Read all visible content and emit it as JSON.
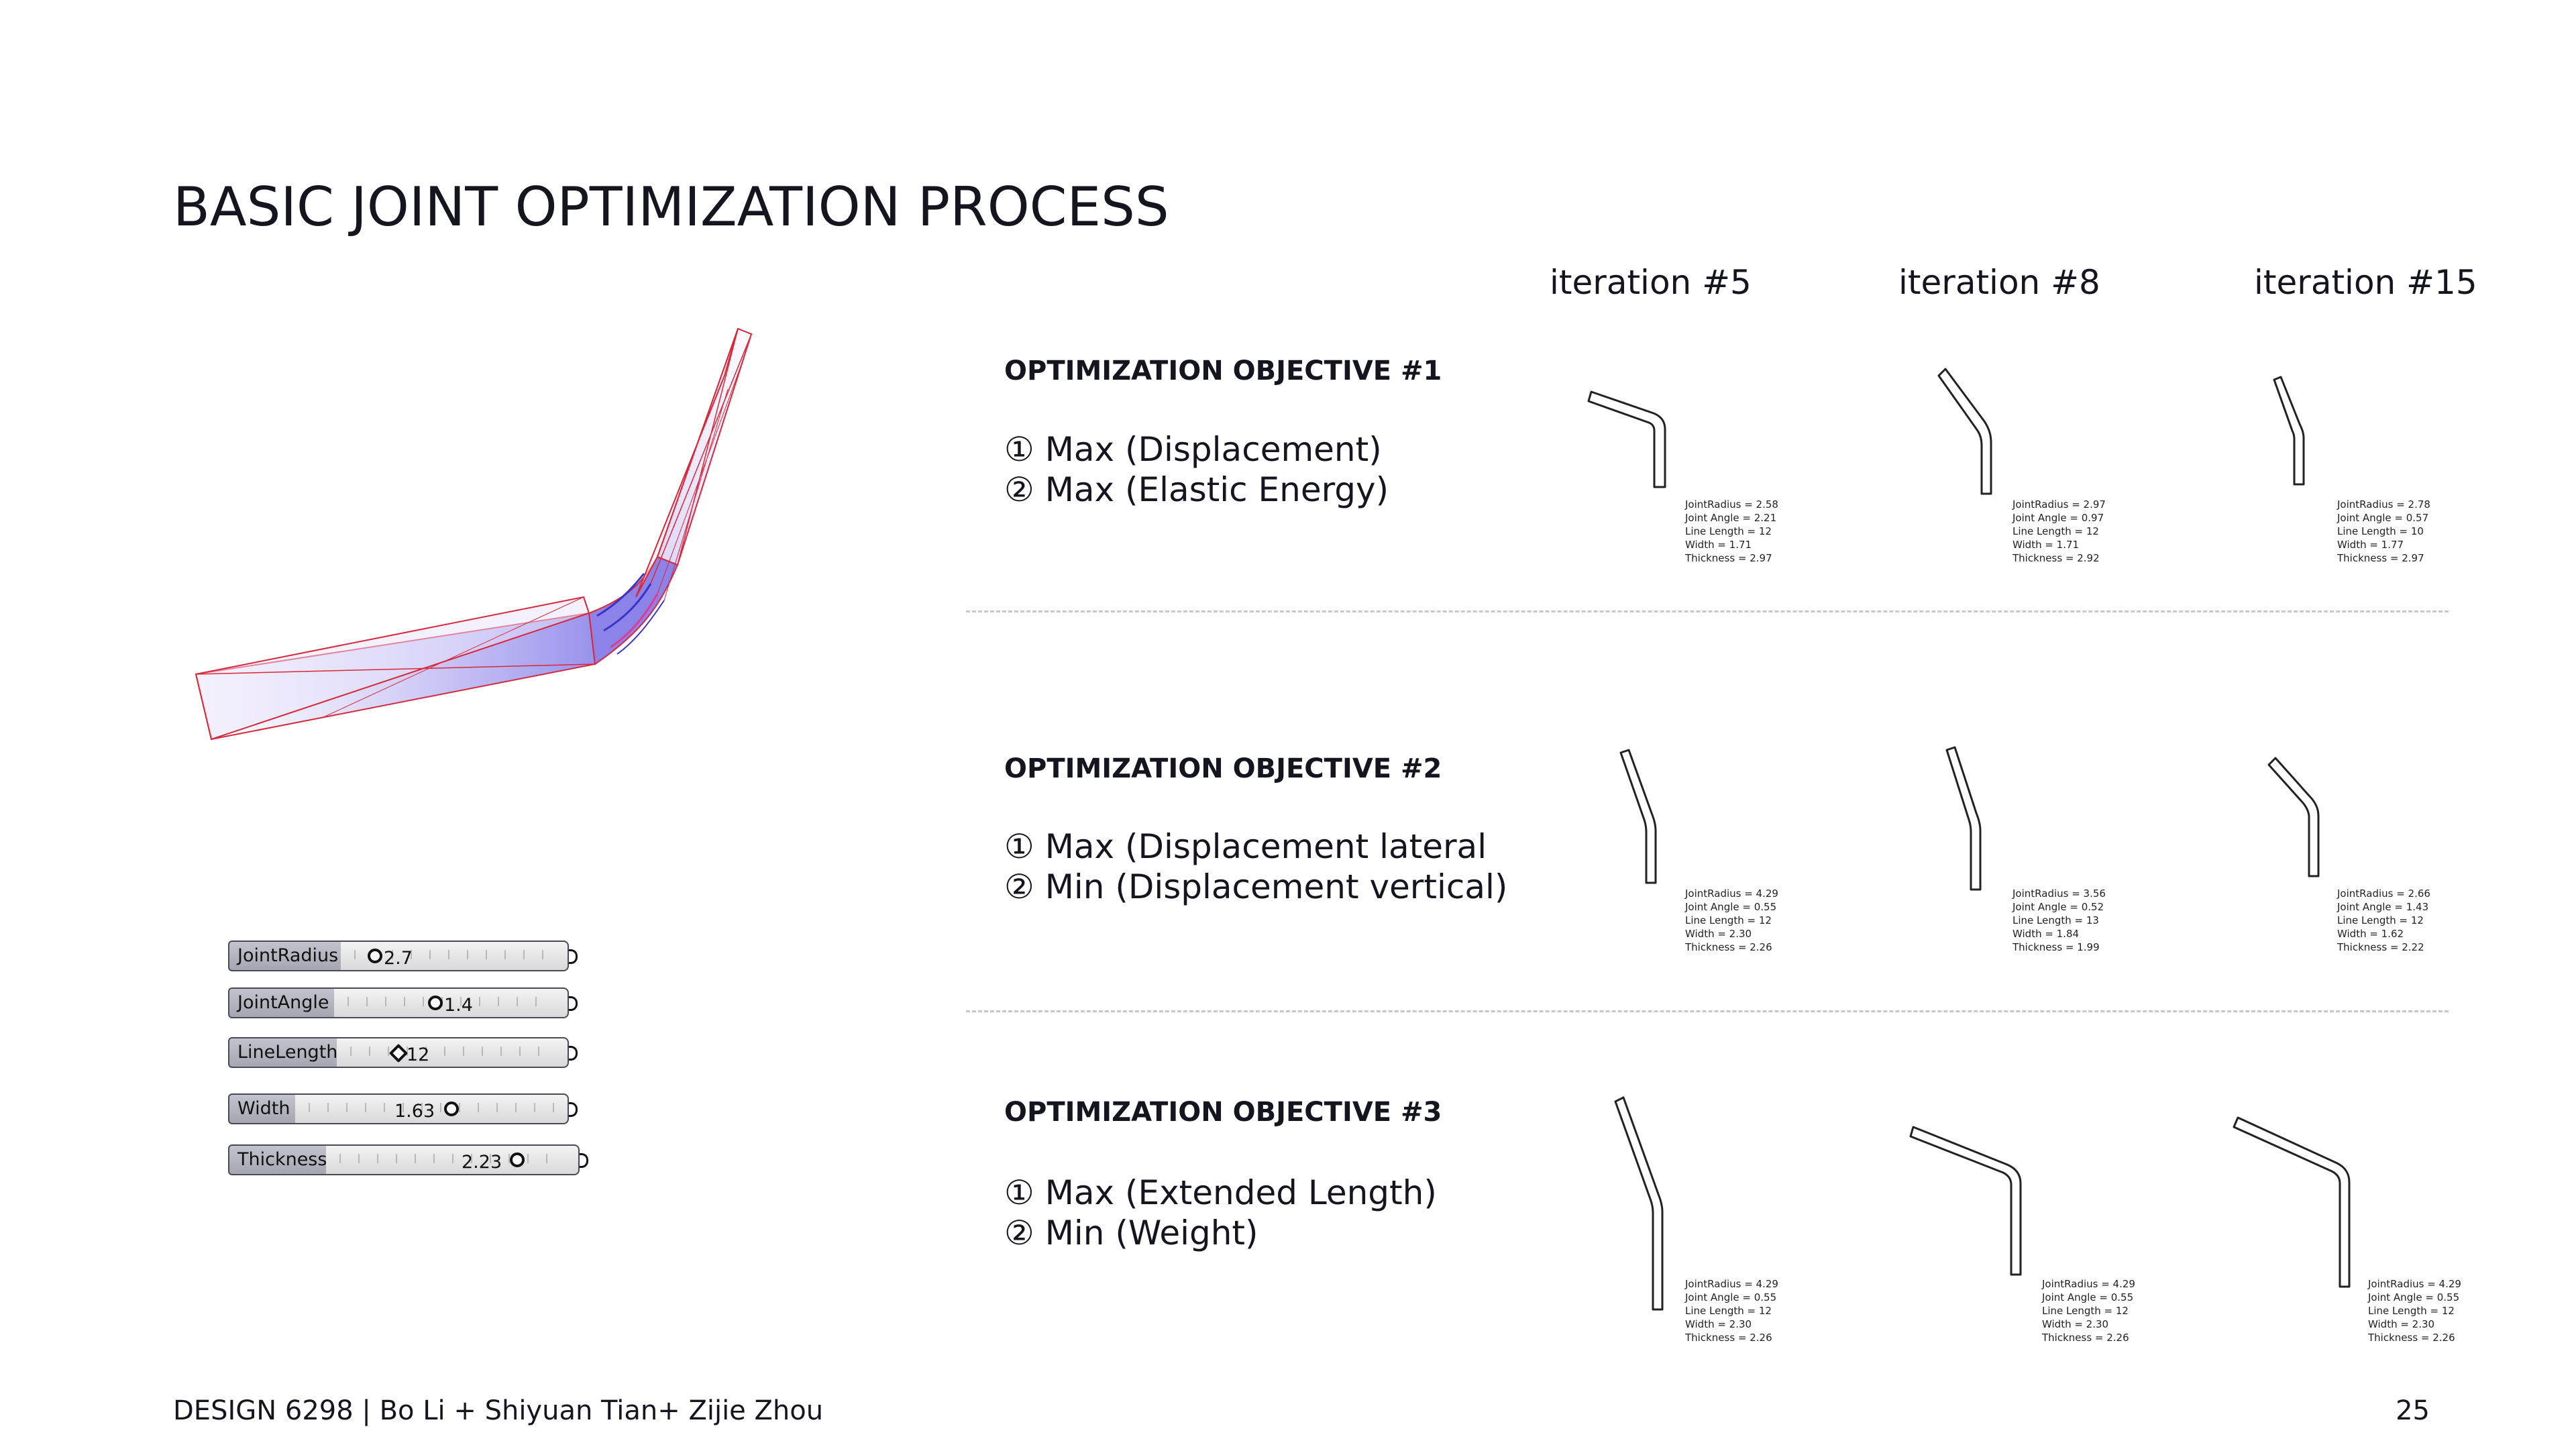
{
  "title": "BASIC JOINT OPTIMIZATION PROCESS",
  "iterations": [
    "iteration #5",
    "iteration #8",
    "iteration #15"
  ],
  "objectives": [
    {
      "title": "OPTIMIZATION OBJECTIVE #1",
      "items": [
        "① Max (Displacement)",
        "② Max (Elastic Energy)"
      ],
      "params": [
        [
          "JointRadius = 2.58",
          "Joint Angle = 2.21",
          "Line Length = 12",
          "Width = 1.71",
          "Thickness = 2.97"
        ],
        [
          "JointRadius = 2.97",
          "Joint Angle = 0.97",
          "Line Length = 12",
          "Width = 1.71",
          "Thickness = 2.92"
        ],
        [
          "JointRadius = 2.78",
          "Joint Angle = 0.57",
          "Line Length = 10",
          "Width = 1.77",
          "Thickness = 2.97"
        ]
      ]
    },
    {
      "title": "OPTIMIZATION OBJECTIVE #2",
      "items": [
        "① Max (Displacement lateral",
        "② Min (Displacement vertical)"
      ],
      "params": [
        [
          "JointRadius = 4.29",
          "Joint Angle = 0.55",
          "Line Length = 12",
          "Width = 2.30",
          "Thickness = 2.26"
        ],
        [
          "JointRadius = 3.56",
          "Joint Angle = 0.52",
          "Line Length = 13",
          "Width = 1.84",
          "Thickness = 1.99"
        ],
        [
          "JointRadius = 2.66",
          "Joint Angle = 1.43",
          "Line Length = 12",
          "Width = 1.62",
          "Thickness = 2.22"
        ]
      ]
    },
    {
      "title": "OPTIMIZATION OBJECTIVE #3",
      "items": [
        "① Max (Extended Length)",
        "② Min (Weight)"
      ],
      "params": [
        [
          "JointRadius = 4.29",
          "Joint Angle = 0.55",
          "Line Length = 12",
          "Width = 2.30",
          "Thickness = 2.26"
        ],
        [
          "JointRadius = 4.29",
          "Joint Angle = 0.55",
          "Line Length = 12",
          "Width = 2.30",
          "Thickness = 2.26"
        ],
        [
          "JointRadius = 4.29",
          "Joint Angle = 0.55",
          "Line Length = 12",
          "Width = 2.30",
          "Thickness = 2.26"
        ]
      ]
    }
  ],
  "sliders": [
    {
      "label": "JointRadius",
      "value": "2.7"
    },
    {
      "label": "JointAngle",
      "value": "1.4"
    },
    {
      "label": "LineLength",
      "value": "12"
    },
    {
      "label": "Width",
      "value": "1.63"
    },
    {
      "label": "Thickness",
      "value": "2.23"
    }
  ],
  "footer": "DESIGN 6298 | Bo Li + Shiyuan Tian+ Zijie Zhou",
  "page_number": "25",
  "colors": {
    "mesh_edge": "#d8283c",
    "mesh_fill": "#9a93ee"
  }
}
